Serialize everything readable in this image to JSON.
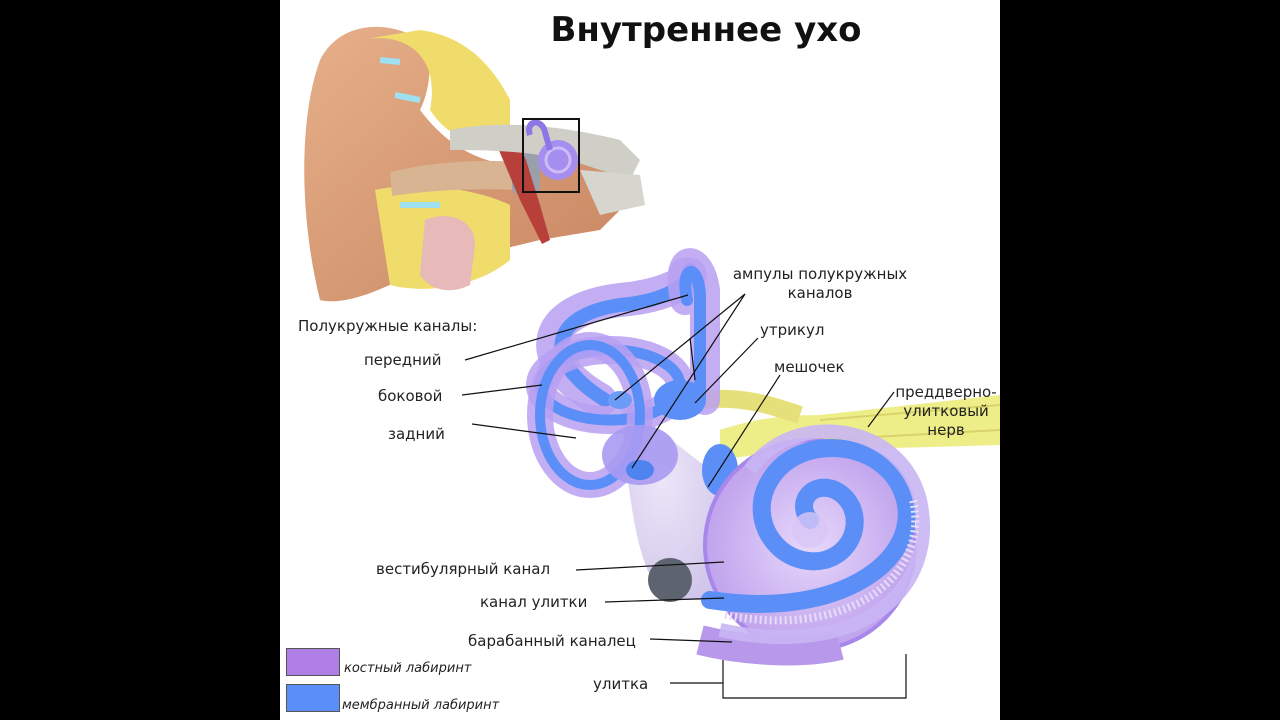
{
  "title": "Внутреннее ухо",
  "labels": {
    "semicircular_heading": "Полукружные каналы:",
    "anterior": "передний",
    "lateral": "боковой",
    "posterior": "задний",
    "ampullae_line1": "ампулы полукружных",
    "ampullae_line2": "каналов",
    "utricle": "утрикул",
    "saccule": "мешочек",
    "nerve_line1": "преддверно-",
    "nerve_line2": "улитковый",
    "nerve_line3": "нерв",
    "vestibular_canal": "вестибулярный канал",
    "cochlear_duct": "канал улитки",
    "tympanic_canal": "барабанный каналец",
    "cochlea": "улитка"
  },
  "legend": [
    {
      "label": "костный лабиринт",
      "color": "#b07fe6"
    },
    {
      "label": "мембранный лабиринт",
      "color": "#5b8ff7"
    }
  ],
  "colors": {
    "page": "#000000",
    "canvas": "#ffffff",
    "bony_labyrinth": "#b07fe6",
    "membranous_labyrinth": "#5b8ff7",
    "nerve": "#eeee88",
    "ear_skin": "#d9a07a",
    "cartilage": "#f0dc6a"
  }
}
